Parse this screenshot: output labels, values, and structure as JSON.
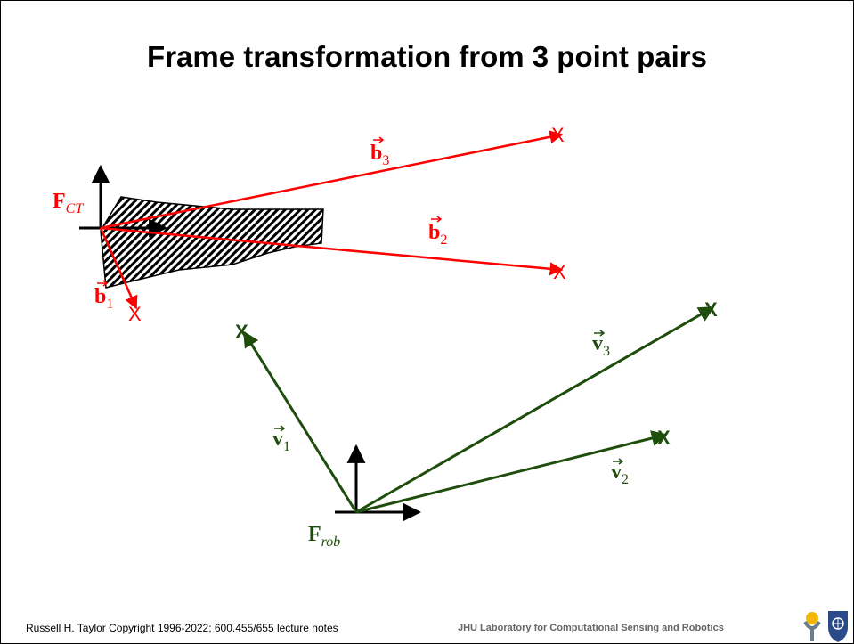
{
  "slide": {
    "title": "Frame transformation from 3 point pairs",
    "footer_left": "Russell H. Taylor Copyright 1996-2022; 600.455/655 lecture notes",
    "footer_right": "JHU Laboratory for Computational Sensing and Robotics"
  },
  "colors": {
    "red": "#ff0000",
    "green": "#1e4d0c",
    "black": "#000000"
  },
  "labels": {
    "ct_frame": {
      "main": "F",
      "sub": "CT"
    },
    "rob_frame": {
      "main": "F",
      "sub": "rob"
    },
    "b1": {
      "main": "b",
      "sub": "1"
    },
    "b2": {
      "main": "b",
      "sub": "2"
    },
    "b3": {
      "main": "b",
      "sub": "3"
    },
    "v1": {
      "main": "v",
      "sub": "1"
    },
    "v2": {
      "main": "v",
      "sub": "2"
    },
    "v3": {
      "main": "v",
      "sub": "3"
    },
    "x_mark": "X"
  }
}
